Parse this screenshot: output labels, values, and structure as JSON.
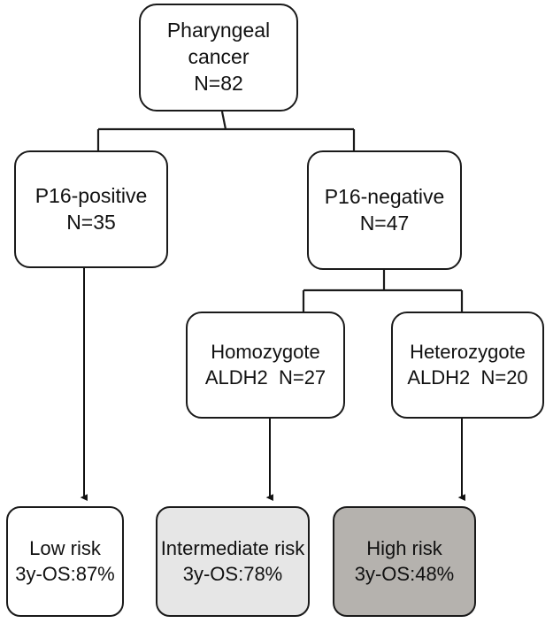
{
  "diagram": {
    "title": "Pharyngeal cancer risk stratification flowchart",
    "type": "flowchart",
    "colors": {
      "stroke": "#1a1a1a",
      "background": "#ffffff",
      "low_risk_fill": "#ffffff",
      "intermediate_risk_fill": "#e6e6e6",
      "high_risk_fill": "#b5b2ae"
    },
    "nodes": {
      "root": {
        "line1": "Pharyngeal",
        "line2": "cancer",
        "line3": "N=82",
        "cohort": 82
      },
      "p16_positive": {
        "line1": "P16-positive",
        "line2": "N=35",
        "cohort": 35
      },
      "p16_negative": {
        "line1": "P16-negative",
        "line2": "N=47",
        "cohort": 47
      },
      "homozygote": {
        "line1": "Homozygote",
        "line2": "ALDH2  N=27",
        "cohort": 27
      },
      "heterozygote": {
        "line1": "Heterozygote",
        "line2": "ALDH2  N=20",
        "cohort": 20
      },
      "low_risk": {
        "line1": "Low risk",
        "line2": "3y-OS:87%",
        "survival_3y_percent": 87
      },
      "intermediate_risk": {
        "line1": "Intermediate risk",
        "line2": "3y-OS:78%",
        "survival_3y_percent": 78
      },
      "high_risk": {
        "line1": "High risk",
        "line2": "3y-OS:48%",
        "survival_3y_percent": 48
      }
    }
  }
}
